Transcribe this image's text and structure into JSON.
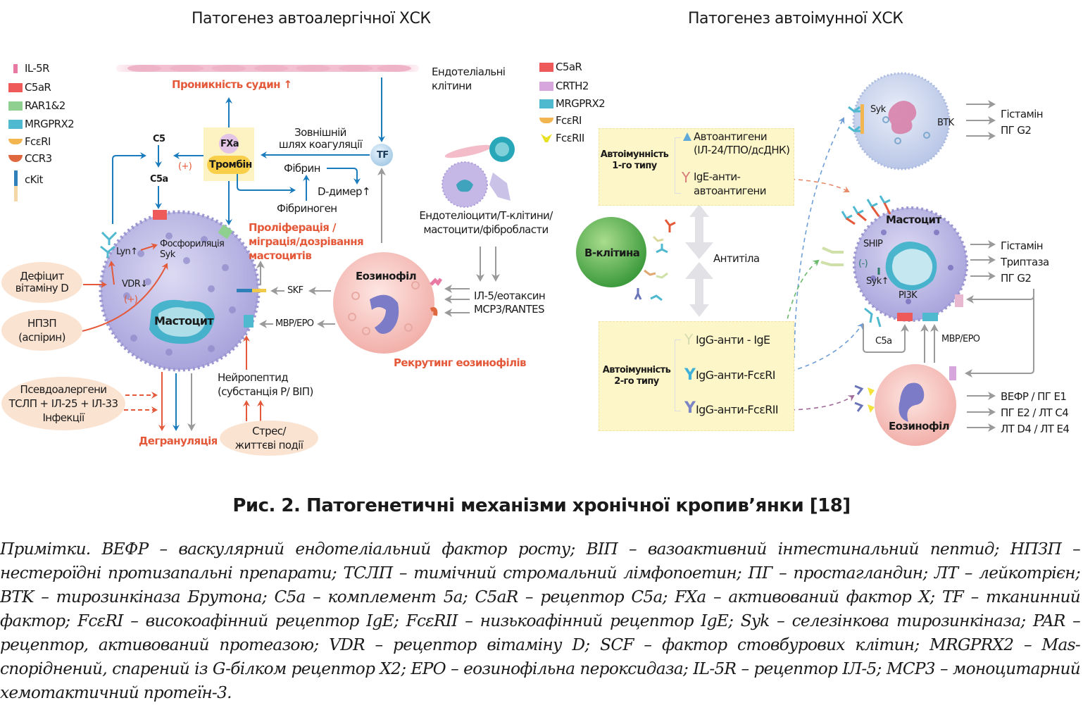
{
  "left_panel": {
    "title": "Патогенез автоалергічної ХСК",
    "legend": [
      {
        "label": "IL-5R",
        "icon": "il5r-receptor-icon",
        "color": "#e879a3"
      },
      {
        "label": "C5aR",
        "icon": "c5ar-receptor-icon",
        "color": "#ee5a5a"
      },
      {
        "label": "RAR1&2",
        "icon": "rar-receptor-icon",
        "color": "#8fcf8f"
      },
      {
        "label": "MRGPRX2",
        "icon": "mrgprx2-receptor-icon",
        "color": "#4fb9d0"
      },
      {
        "label": "FcεRI",
        "icon": "fceri-receptor-icon",
        "color": "#f2b550"
      },
      {
        "label": "CCR3",
        "icon": "ccr3-receptor-icon",
        "color": "#e0683f"
      },
      {
        "label": "cKit",
        "icon": "ckit-receptor-icon",
        "color": "#2f7fb8"
      }
    ],
    "endothelial_label": "Ендотеліальні клітини",
    "endothelial_line1": "Ендотеліальні",
    "endothelial_line2": "клітини",
    "vascular_permeability": "Проникність судин ↑",
    "fxa": "FXa",
    "thrombin": "Тромбін",
    "extrinsic_line1": "Зовнішній",
    "extrinsic_line2": "шлях коагуляції",
    "tf": "TF",
    "c5": "C5",
    "c5a": "C5a",
    "plus1": "(+)",
    "fibrin": "Фібрин",
    "d_dimer": "D-димер↑",
    "fibrinogen": "Фібриноген",
    "prolif_line1": "Проліферація /",
    "prolif_line2": "міграція/дозрівання",
    "prolif_line3": "мастоцитів",
    "lyn": "Lyn↑",
    "syk_phos_line1": "Фосфориляція",
    "syk_phos_line2": "Syk",
    "vdr": "VDR↓",
    "plus2": "(+)",
    "mast_cell": "Мастоцит",
    "skf": "SKF",
    "mbp_epo": "MBP/EPO",
    "eosinophil": "Еозинофіл",
    "cells_line1": "Ендотеліоцити/Т-клітини/",
    "cells_line2": "мастоцити/фібробласти",
    "il5_line1": "ІЛ-5/еотаксин",
    "il5_line2": "MCP3/RANTES",
    "eos_recruit": "Рекрутинг еозинофілів",
    "vitd_line1": "Дефіцит",
    "vitd_line2": "вітаміну D",
    "nsaid_line1": "НПЗП",
    "nsaid_line2": "(аспірин)",
    "pseudo_line1": "Псевдоалергени",
    "pseudo_line2": "ТСЛП + ІЛ-25 + ІЛ-33",
    "pseudo_line3": "Інфекції",
    "degranulation": "Дегрануляція",
    "neuro_line1": "Нейропептид",
    "neuro_line2": "(субстанція Р/ ВІП)",
    "stress_line1": "Стрес/",
    "stress_line2": "життєві події"
  },
  "right_panel": {
    "title": "Патогенез автоімунної ХСК",
    "legend": [
      {
        "label": "C5aR",
        "icon": "c5ar-receptor-icon",
        "color": "#ee5a5a"
      },
      {
        "label": "CRTH2",
        "icon": "crth2-receptor-icon",
        "color": "#d6a6dd"
      },
      {
        "label": "MRGPRX2",
        "icon": "mrgprx2-receptor-icon",
        "color": "#4fb9d0"
      },
      {
        "label": "FcεRI",
        "icon": "fceri-receptor-icon",
        "color": "#f2b550"
      },
      {
        "label": "FcεRII",
        "icon": "fcerii-receptor-icon",
        "color": "#e8e020"
      }
    ],
    "type1_line1": "Автоімунність",
    "type1_line2": "1-го типу",
    "autoantigens_line1": "Автоантигени",
    "autoantigens_line2": "(ІЛ-24/ТПО/дсДНК)",
    "ige_anti_line1": "IgE-анти-",
    "ige_anti_line2": "автоантигени",
    "b_cell": "В-клітина",
    "antibodies": "Антитіла",
    "type2_line1": "Автоімунність",
    "type2_line2": "2-го типу",
    "igg_anti_ige": "IgG-анти - IgE",
    "igg_anti_fceri": "IgG-анти-FcεRI",
    "igg_anti_fcerii": "IgG-анти-FcεRII",
    "basophil_syk": "Syk",
    "basophil_btk": "BTK",
    "basophil_out": [
      "Гістамін",
      "ПГ  G2"
    ],
    "mast_cell": "Мастоцит",
    "ship": "SHIP",
    "minus": "(-)",
    "syk_up": "Syk↑",
    "pi3k": "PI3K",
    "mast_out": [
      "Гістамін",
      "Триптаза",
      "ПГ  G2"
    ],
    "c5a": "C5a",
    "mbp_epo": "MBP/EPO",
    "eosinophil": "Еозинофіл",
    "eos_out": [
      "ВЕФР / ПГ Е1",
      "ПГ Е2 / ЛТ С4",
      "ЛТ D4 / ЛТ E4"
    ]
  },
  "colors": {
    "red_accent": "#e4593a",
    "blue_arrow": "#1a7bbd",
    "gray_arrow": "#9a9a9a",
    "mast_cell": "#b3b0e0",
    "eosinophil": "#f6c4c0",
    "oval_bg": "#fbe3d2",
    "yellow_box": "#fdf6c8",
    "b_cell": "#5cb85c"
  },
  "figure": {
    "caption": "Рис. 2. Патогенетичні механізми хронічної кропив’янки [18]",
    "notes": "Примітки. ВЕФР – васкулярний ендотеліальний фактор росту; ВІП – вазоактивний інтестинальний пептид; НПЗП – нестероїдні протизапальні препарати; ТСЛП – тимічний стромальний лімфопоетин; ПГ – простагландин; ЛТ – лейкотрієн; BTK – тирозинкіназа Брутона; C5a – комплемент 5a; C5aR – рецептор C5a; FXa – активований фактор X; TF – тканинний фактор; FcεRI – високоафінний рецептор IgE; FcεRII – низькоафінний рецептор IgE; Syk – селезінкова тирозинкіназа; PAR – рецептор, активований протеазою; VDR – рецептор вітаміну D; SCF – фактор стовбурових клітин; MRGPRX2 – Mas-споріднений, спарений із G-білком рецептор X2; EPO – еозинофільна пероксидаза; IL-5R – рецептор ІЛ-5; MCP3 – моноцитарний хемотактичний протеїн-3."
  }
}
